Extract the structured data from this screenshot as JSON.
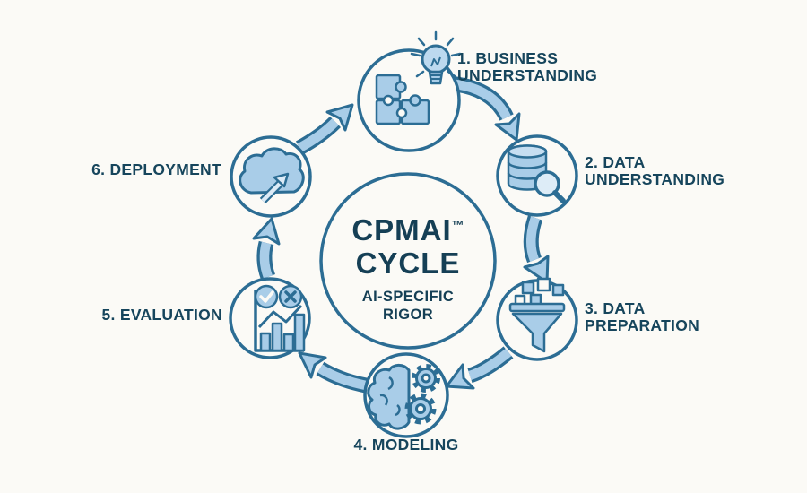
{
  "colors": {
    "background": "#fbfaf6",
    "outline_blue": "#2c6d94",
    "icon_fill": "#a9cde8",
    "icon_fill_light": "#c6def1",
    "arrow_fill": "#a9cde8",
    "text_navy": "#16455c"
  },
  "center": {
    "title_line1": "CPMAI",
    "trademark": "™",
    "title_line2": "CYCLE",
    "subtitle_line1": "AI-SPECIFIC",
    "subtitle_line2": "RIGOR"
  },
  "stages": [
    {
      "label_line1": "1. BUSINESS",
      "label_line2": "UNDERSTANDING",
      "icon": "puzzle-lightbulb-icon"
    },
    {
      "label_line1": "2. DATA",
      "label_line2": "UNDERSTANDING",
      "icon": "database-magnifier-icon"
    },
    {
      "label_line1": "3. DATA",
      "label_line2": "PREPARATION",
      "icon": "funnel-blocks-icon"
    },
    {
      "label_line1": "4. MODELING",
      "label_line2": "",
      "icon": "brain-gears-icon"
    },
    {
      "label_line1": "5. EVALUATION",
      "label_line2": "",
      "icon": "bar-chart-check-x-icon"
    },
    {
      "label_line1": "6. DEPLOYMENT",
      "label_line2": "",
      "icon": "cloud-launch-arrow-icon"
    }
  ]
}
